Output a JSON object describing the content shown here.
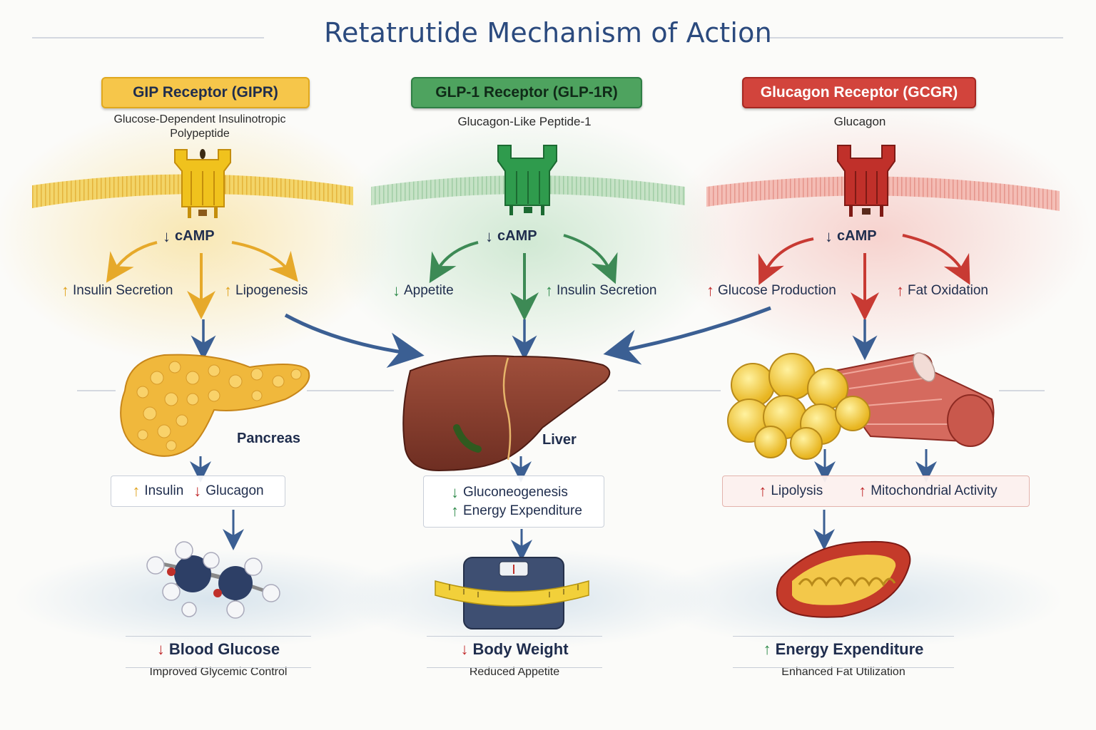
{
  "title": "Retatrutide Mechanism of Action",
  "colors": {
    "gip": "#e6a717",
    "glp": "#3f9a58",
    "gcg": "#c93a34",
    "navy": "#2b4a7e"
  },
  "receptors": [
    {
      "name": "GIP Receptor (GIPR)",
      "subtitle_line1": "Glucose-Dependent Insulinotropic",
      "subtitle_line2": "Polypeptide",
      "camp": "cAMP"
    },
    {
      "name": "GLP-1 Receptor (GLP-1R)",
      "subtitle_line1": "Glucagon-Like Peptide-1",
      "subtitle_line2": "",
      "camp": "cAMP"
    },
    {
      "name": "Glucagon Receptor (GCGR)",
      "subtitle_line1": "Glucagon",
      "subtitle_line2": "",
      "camp": "cAMP"
    }
  ],
  "effects": {
    "gip": [
      "Insulin Secretion",
      "Lipogenesis"
    ],
    "glp": [
      "Appetite",
      "Insulin Secretion"
    ],
    "gcg": [
      "Glucose Production",
      "Fat Oxidation"
    ]
  },
  "organs": {
    "pancreas": "Pancreas",
    "liver": "Liver"
  },
  "organ_effects": {
    "pancreas": [
      "Insulin",
      "Glucagon"
    ],
    "liver": [
      "Gluconeogenesis",
      "Energy Expenditure"
    ],
    "tissue": [
      "Lipolysis",
      "Mitochondrial Activity"
    ]
  },
  "outcomes": [
    {
      "main": "Blood Glucose",
      "desc": "Improved Glycemic Control",
      "direction": "down"
    },
    {
      "main": "Body Weight",
      "desc": "Reduced Appetite",
      "direction": "down"
    },
    {
      "main": "Energy Expenditure",
      "desc": "Enhanced Fat Utilization",
      "direction": "up"
    }
  ],
  "icons": [
    "receptor-icon",
    "pancreas-icon",
    "liver-icon",
    "fat-muscle-icon",
    "molecule-icon",
    "scale-tape-icon",
    "mitochondrion-icon"
  ]
}
